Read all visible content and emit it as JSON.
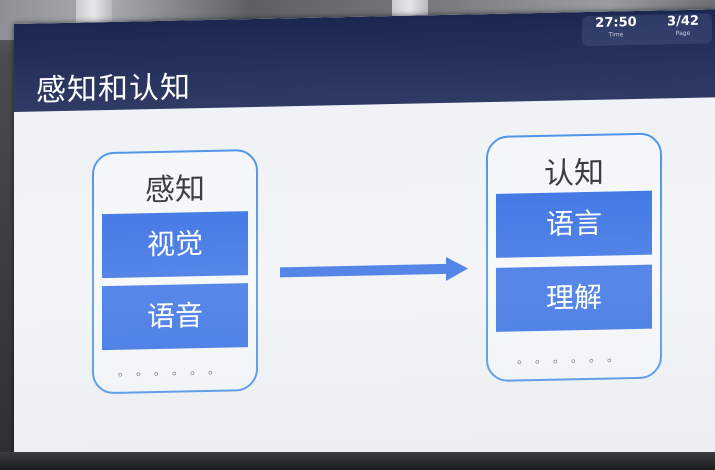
{
  "slide": {
    "title": "感知和认知"
  },
  "presenter_info": {
    "time_value": "27:50",
    "time_caption": "Time",
    "page_value": "3/42",
    "page_caption": "Page"
  },
  "left_card": {
    "title": "感知",
    "items": [
      "视觉",
      "语音"
    ],
    "ellipsis": "。。。。。。"
  },
  "right_card": {
    "title": "认知",
    "items": [
      "语言",
      "理解"
    ],
    "ellipsis": "。。。。。。"
  },
  "colors": {
    "header": "#1d2a57",
    "accent_blue": "#1f5fe0",
    "card_border": "#3b86e6",
    "slide_background": "#eef1f5"
  },
  "icons": {
    "flow_arrow": "right-arrow-icon"
  }
}
